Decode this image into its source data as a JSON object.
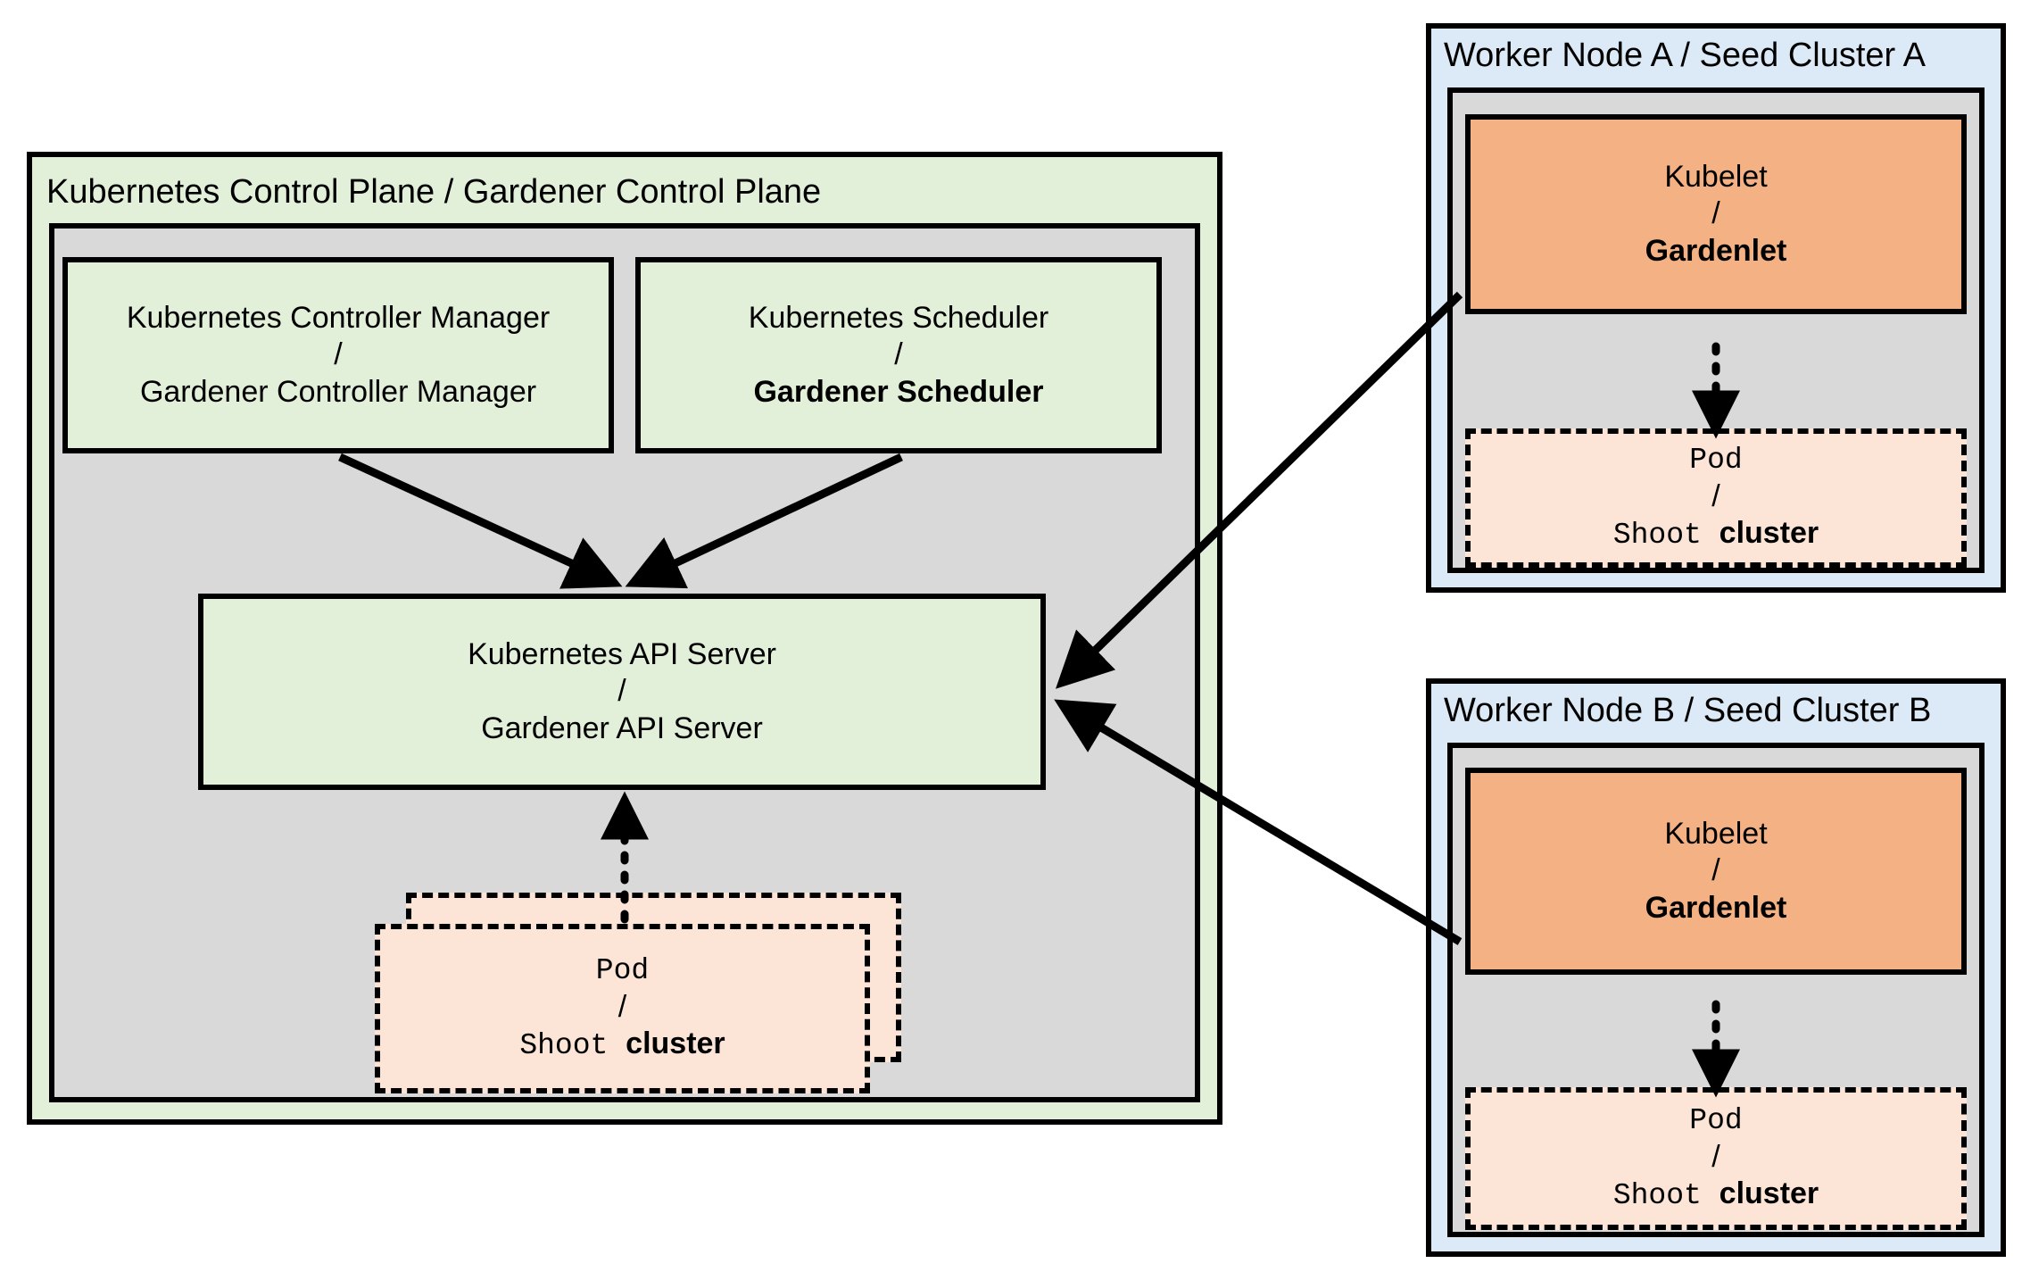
{
  "diagram": {
    "title_left": "Kubernetes Control Plane / Gardener Control Plane",
    "title_worker_a": "Worker Node A / Seed Cluster A",
    "title_worker_b": "Worker Node B / Seed Cluster B",
    "separator": "/",
    "colors": {
      "green_fill": "#e2efd9",
      "blue_fill": "#dce9f7",
      "gray_fill": "#d9d9d9",
      "orange_fill": "#f4b183",
      "pod_fill": "#fce4d6",
      "stroke": "#000000"
    }
  },
  "control_plane": {
    "controller_manager": {
      "line1": "Kubernetes Controller Manager",
      "line2": "Gardener Controller Manager"
    },
    "scheduler": {
      "line1": "Kubernetes Scheduler",
      "line2": "Gardener Scheduler"
    },
    "api_server": {
      "line1": "Kubernetes API Server",
      "line2": "Gardener API Server"
    },
    "pod": {
      "line1": "Pod",
      "line2_mono": "Shoot",
      "line2_bold": "cluster"
    }
  },
  "worker_a": {
    "kubelet": {
      "line1": "Kubelet",
      "line2": "Gardenlet"
    },
    "pod": {
      "line1": "Pod",
      "line2_mono": "Shoot",
      "line2_bold": "cluster"
    }
  },
  "worker_b": {
    "kubelet": {
      "line1": "Kubelet",
      "line2": "Gardenlet"
    },
    "pod": {
      "line1": "Pod",
      "line2_mono": "Shoot",
      "line2_bold": "cluster"
    }
  }
}
